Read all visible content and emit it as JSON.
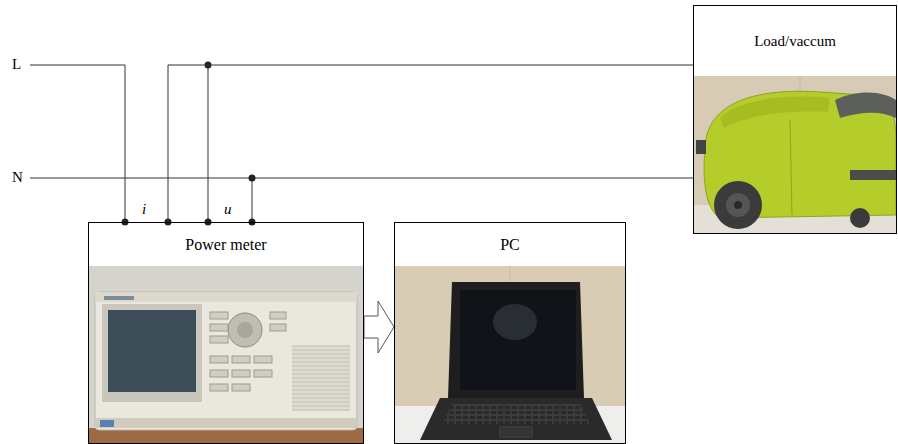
{
  "diagram": {
    "nodes": [
      {
        "text": [
          "Load/vaccum"
        ]
      },
      {
        "text": [
          "Power meter"
        ]
      },
      {
        "text": [
          "PC"
        ]
      }
    ],
    "edges": [
      {
        "from": 1,
        "to": 2,
        "arrow": "to"
      },
      {
        "from": 1,
        "to": 0,
        "arrow": "none"
      }
    ],
    "labels": [
      "L",
      "N",
      "i",
      "u"
    ]
  }
}
